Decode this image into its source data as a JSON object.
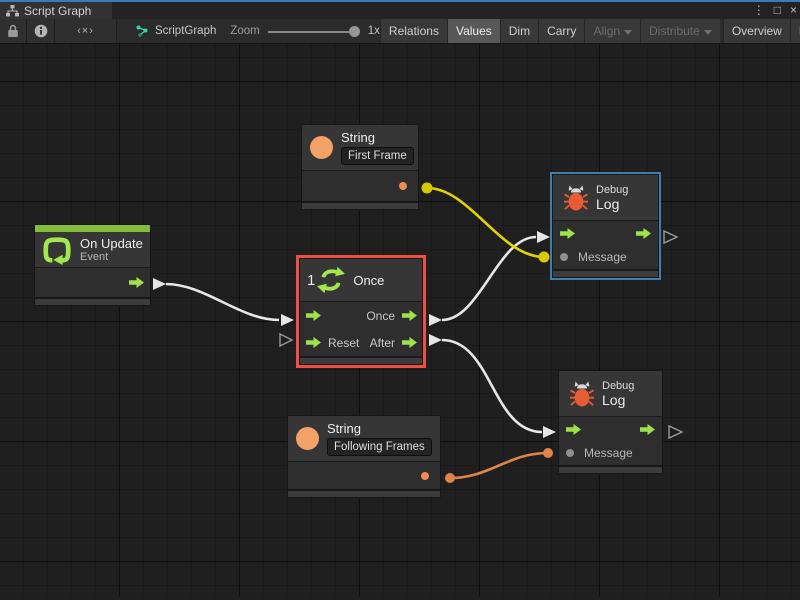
{
  "tab": {
    "title": "Script Graph"
  },
  "toolbar": {
    "graph_name": "ScriptGraph",
    "zoom_label": "Zoom",
    "zoom_value": "1x",
    "relations": "Relations",
    "values": "Values",
    "dim": "Dim",
    "carry": "Carry",
    "align": "Align",
    "distribute": "Distribute",
    "overview": "Overview",
    "full_screen": "Full Screen"
  },
  "window_controls": {
    "menu": "⋮",
    "maximize": "□",
    "close": "×"
  },
  "icons": {
    "code_glyph": "‹×›"
  },
  "nodes": {
    "string_first": {
      "title": "String",
      "value": "First Frame"
    },
    "on_update": {
      "title": "On Update",
      "subtitle": "Event"
    },
    "once": {
      "count": "1",
      "title": "Once",
      "out_once_label": "Once",
      "reset_label": "Reset",
      "after_label": "After"
    },
    "debug_top": {
      "subtitle": "Debug",
      "title": "Log",
      "message_label": "Message"
    },
    "debug_bottom": {
      "subtitle": "Debug",
      "title": "Log",
      "message_label": "Message"
    },
    "string_following": {
      "title": "String",
      "value": "Following Frames"
    }
  },
  "colors": {
    "accent_green": "#9fe14b",
    "header_green_bar": "#84bd38",
    "selection_red": "#ef4f44",
    "selection_blue": "#3e7fad",
    "wire_white": "#e6e6e6",
    "wire_yellow": "#e3d400",
    "wire_orange": "#e08549",
    "string_orange": "#f5a268",
    "bug_orange": "#e85c35"
  }
}
